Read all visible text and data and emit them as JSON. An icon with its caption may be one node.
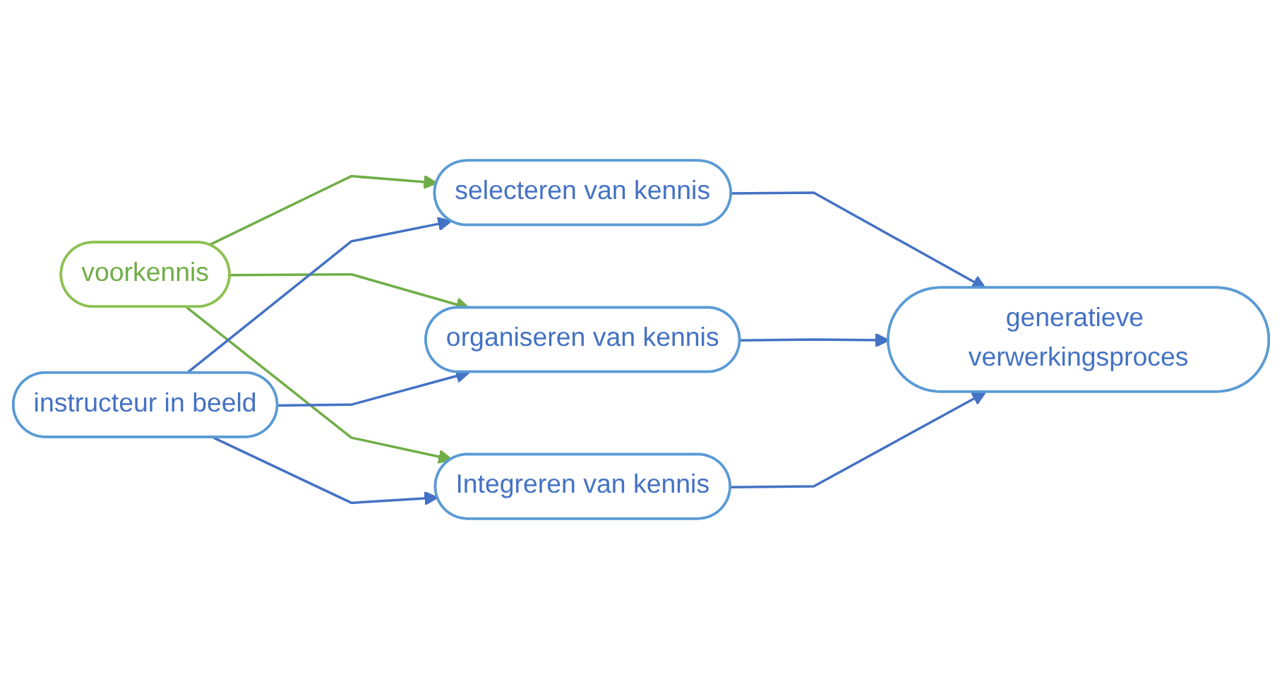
{
  "diagram": {
    "nodes": [
      {
        "text": [
          "voorkennis"
        ]
      },
      {
        "text": [
          "selecteren van kennis"
        ]
      },
      {
        "text": [
          "instructeur in beeld"
        ]
      },
      {
        "text": [
          "organiseren van kennis"
        ]
      },
      {
        "text": [
          "Integreren van kennis"
        ]
      },
      {
        "text": [
          "generatieve verwerkingsproces"
        ]
      }
    ],
    "edges": [
      {
        "from": 0,
        "to": 1,
        "arrow": "to",
        "color": "#70ad47"
      },
      {
        "from": 0,
        "to": 3,
        "arrow": "to",
        "color": "#70ad47"
      },
      {
        "from": 0,
        "to": 4,
        "arrow": "to",
        "color": "#70ad47"
      },
      {
        "from": 2,
        "to": 1,
        "arrow": "to"
      },
      {
        "from": 2,
        "to": 3,
        "arrow": "to"
      },
      {
        "from": 2,
        "to": 4,
        "arrow": "to"
      },
      {
        "from": 1,
        "to": 5,
        "arrow": "to"
      },
      {
        "from": 3,
        "to": 5,
        "arrow": "to"
      },
      {
        "from": 4,
        "to": 5,
        "arrow": "to"
      }
    ]
  }
}
